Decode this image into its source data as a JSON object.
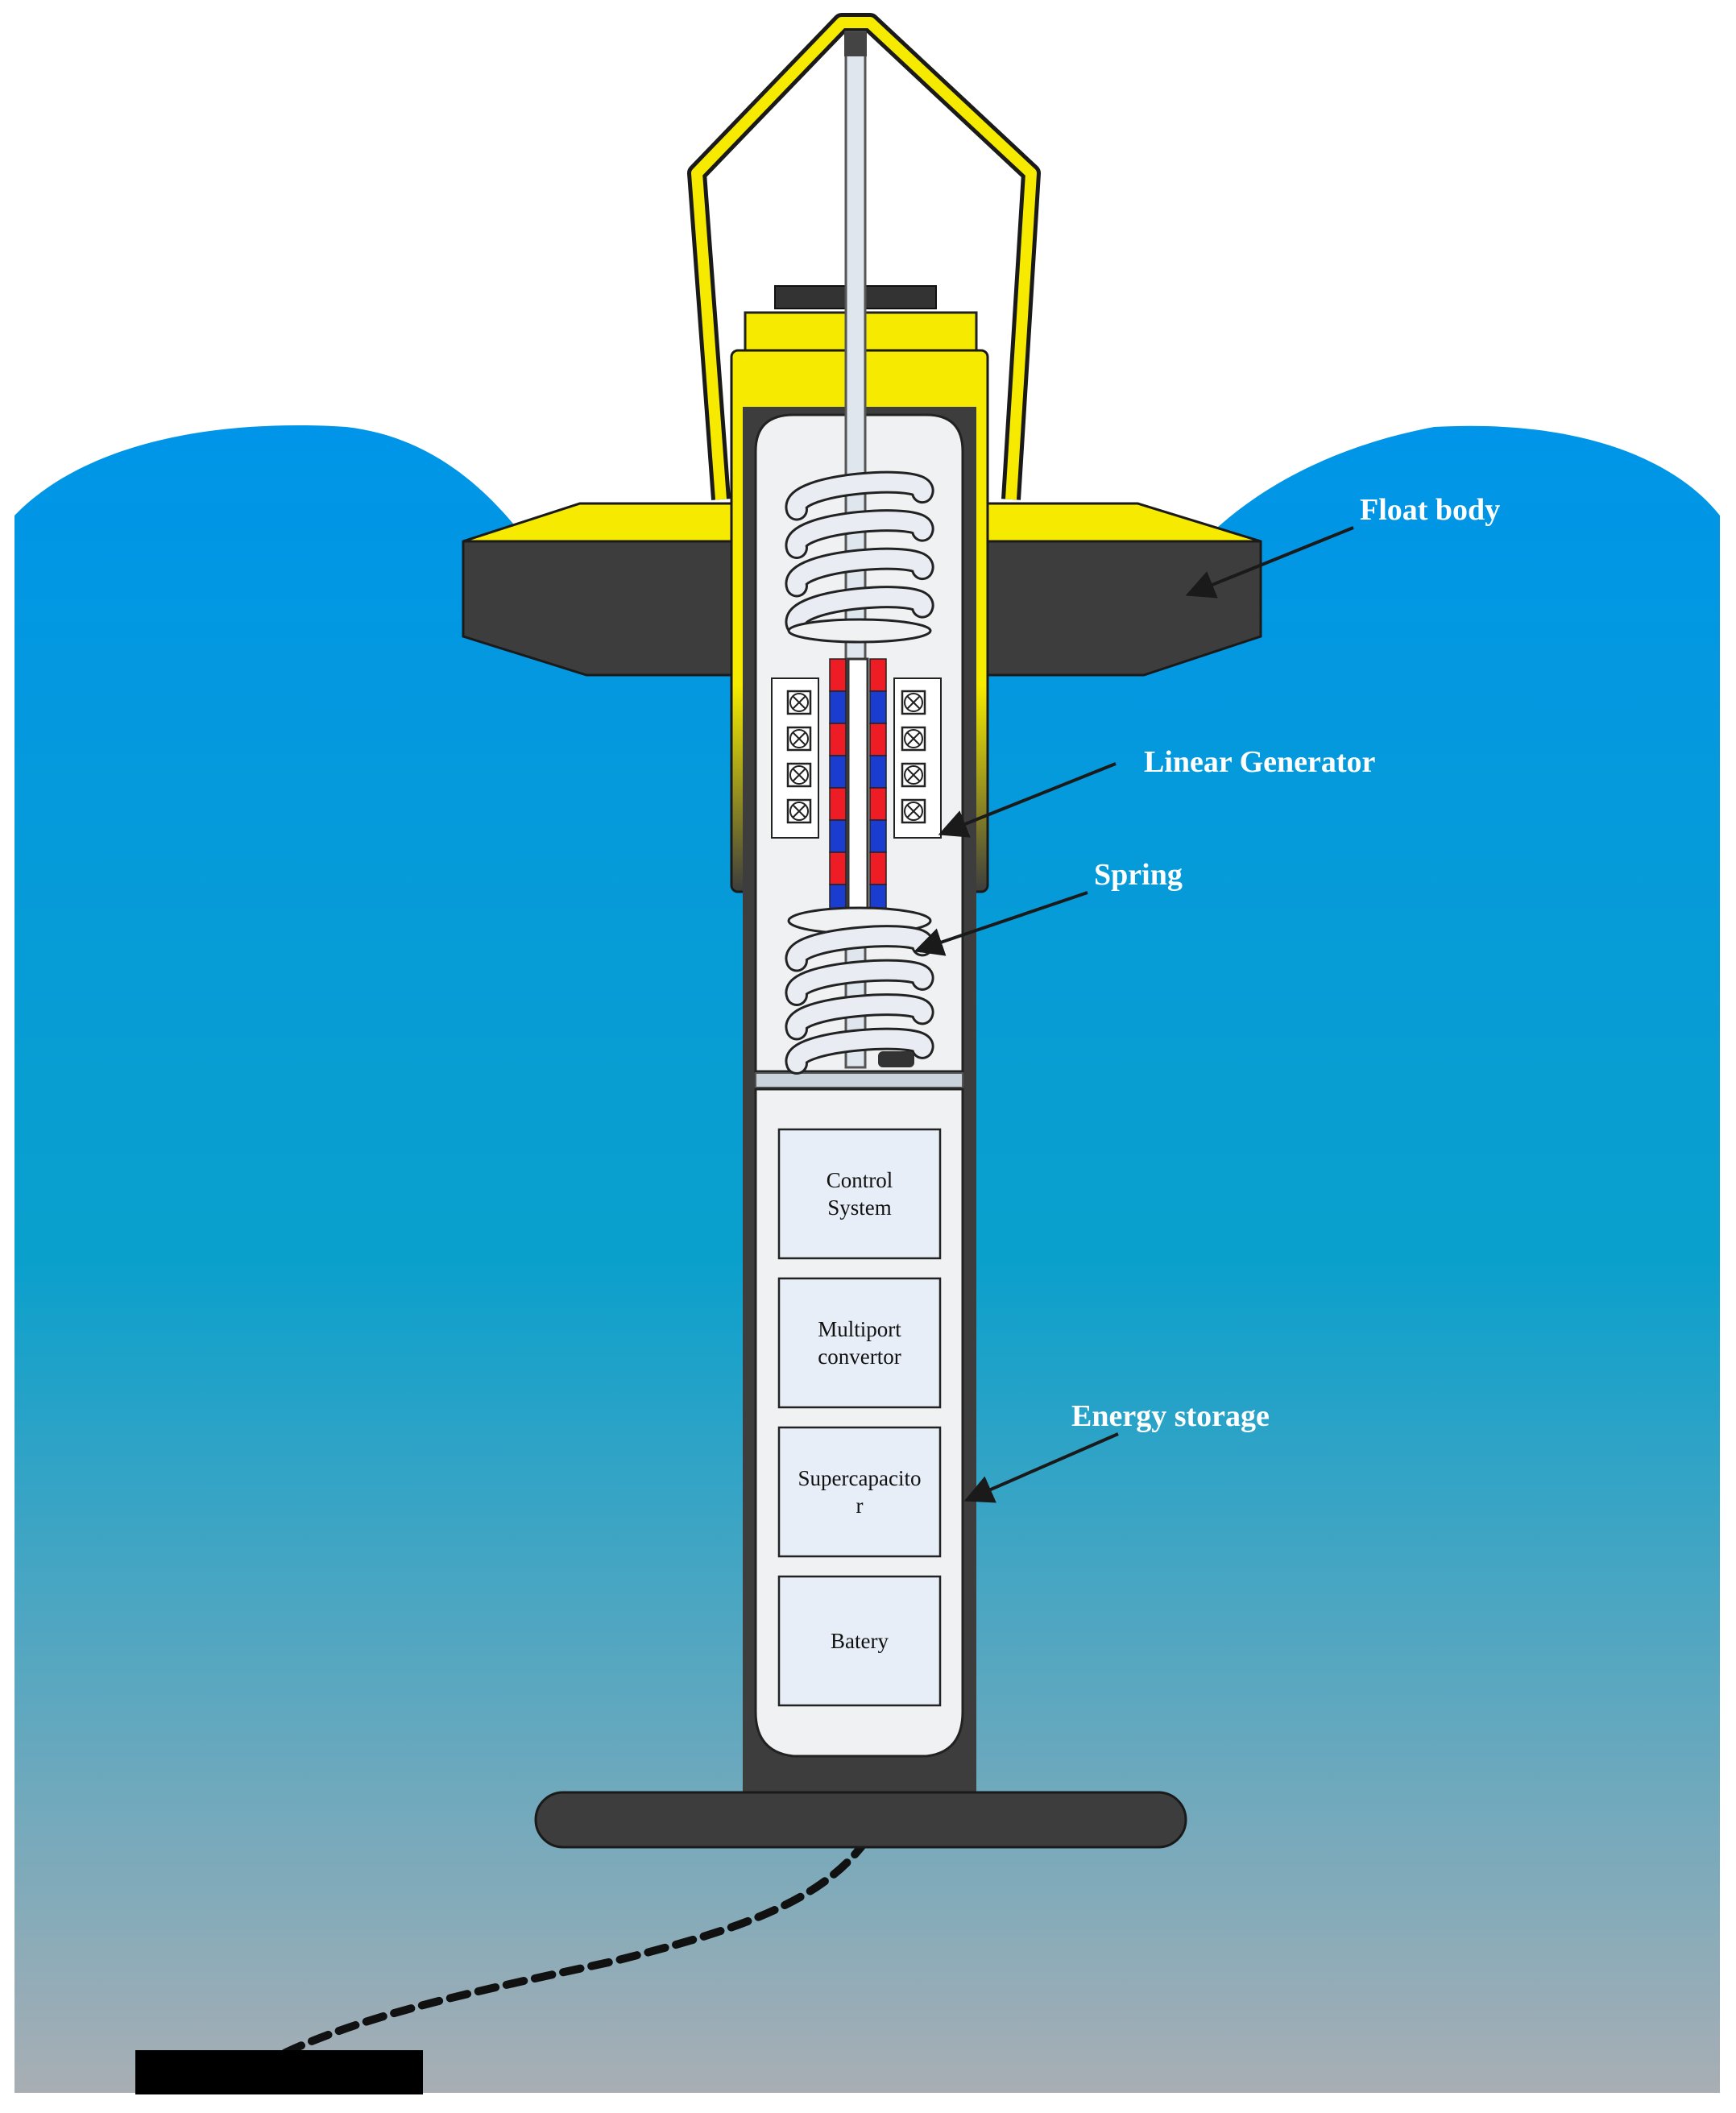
{
  "colors": {
    "water_top": "#0095e8",
    "water_mid": "#0aa0cc",
    "water_bottom": "#a8aeb4",
    "float_yellow": "#f5ea00",
    "dark_body": "#3d3d3d",
    "panel": "#f0f1f3",
    "component_box": "#e8eef7",
    "magnet_red": "#ee1c24",
    "magnet_blue": "#1a3ccf",
    "spring": "#e9edf3"
  },
  "labels": {
    "float_body": "Float body",
    "linear_generator": "Linear Generator",
    "spring": "Spring",
    "energy_storage": "Energy storage"
  },
  "components": [
    {
      "id": "control",
      "lines": [
        "Control",
        "System"
      ]
    },
    {
      "id": "multiport",
      "lines": [
        "Multiport",
        "convertor"
      ]
    },
    {
      "id": "supercap",
      "lines": [
        "Supercapacito",
        "r"
      ]
    },
    {
      "id": "battery",
      "lines": [
        "Batery"
      ]
    }
  ]
}
